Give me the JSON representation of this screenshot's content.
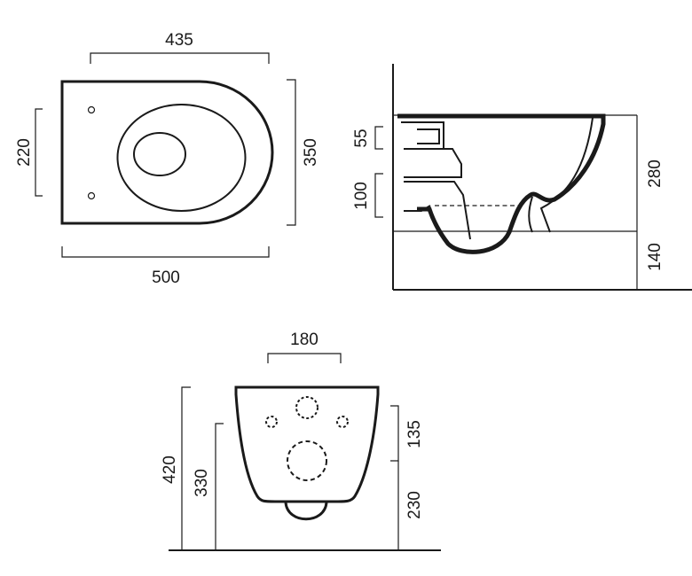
{
  "top_view": {
    "width_inner": "435",
    "width_outer": "500",
    "fixing_spacing": "220",
    "depth": "350"
  },
  "side_view": {
    "inlet_height": "55",
    "outlet_height": "100",
    "total_height": "280",
    "floor_to_bowl": "140"
  },
  "front_view": {
    "top_width": "180",
    "total_height": "420",
    "outlet_height": "330",
    "upper_section": "135",
    "lower_section": "230"
  },
  "colors": {
    "line": "#1a1a1a",
    "background": "#ffffff"
  }
}
